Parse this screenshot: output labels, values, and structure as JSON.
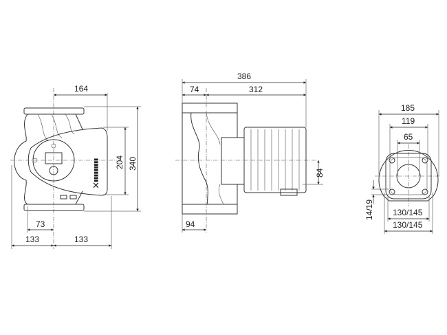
{
  "units_note_hidden": null,
  "front_view": {
    "width_top": "164",
    "height_box": "204",
    "height_total": "340",
    "offset_73": "73",
    "half_left": "133",
    "half_right": "133"
  },
  "side_view": {
    "total_length": "386",
    "flange_to_center": "74",
    "center_to_end": "312",
    "axis_height": "84",
    "bottom_offset": "94"
  },
  "flange_view": {
    "outer_diameter": "185",
    "bolt_circle": "119",
    "bore": "65",
    "bolt_hole": "14/19",
    "slot_inner": "130/145",
    "slot_outer": "130/145"
  },
  "colors": {
    "line": "#333333",
    "background": "#ffffff"
  }
}
